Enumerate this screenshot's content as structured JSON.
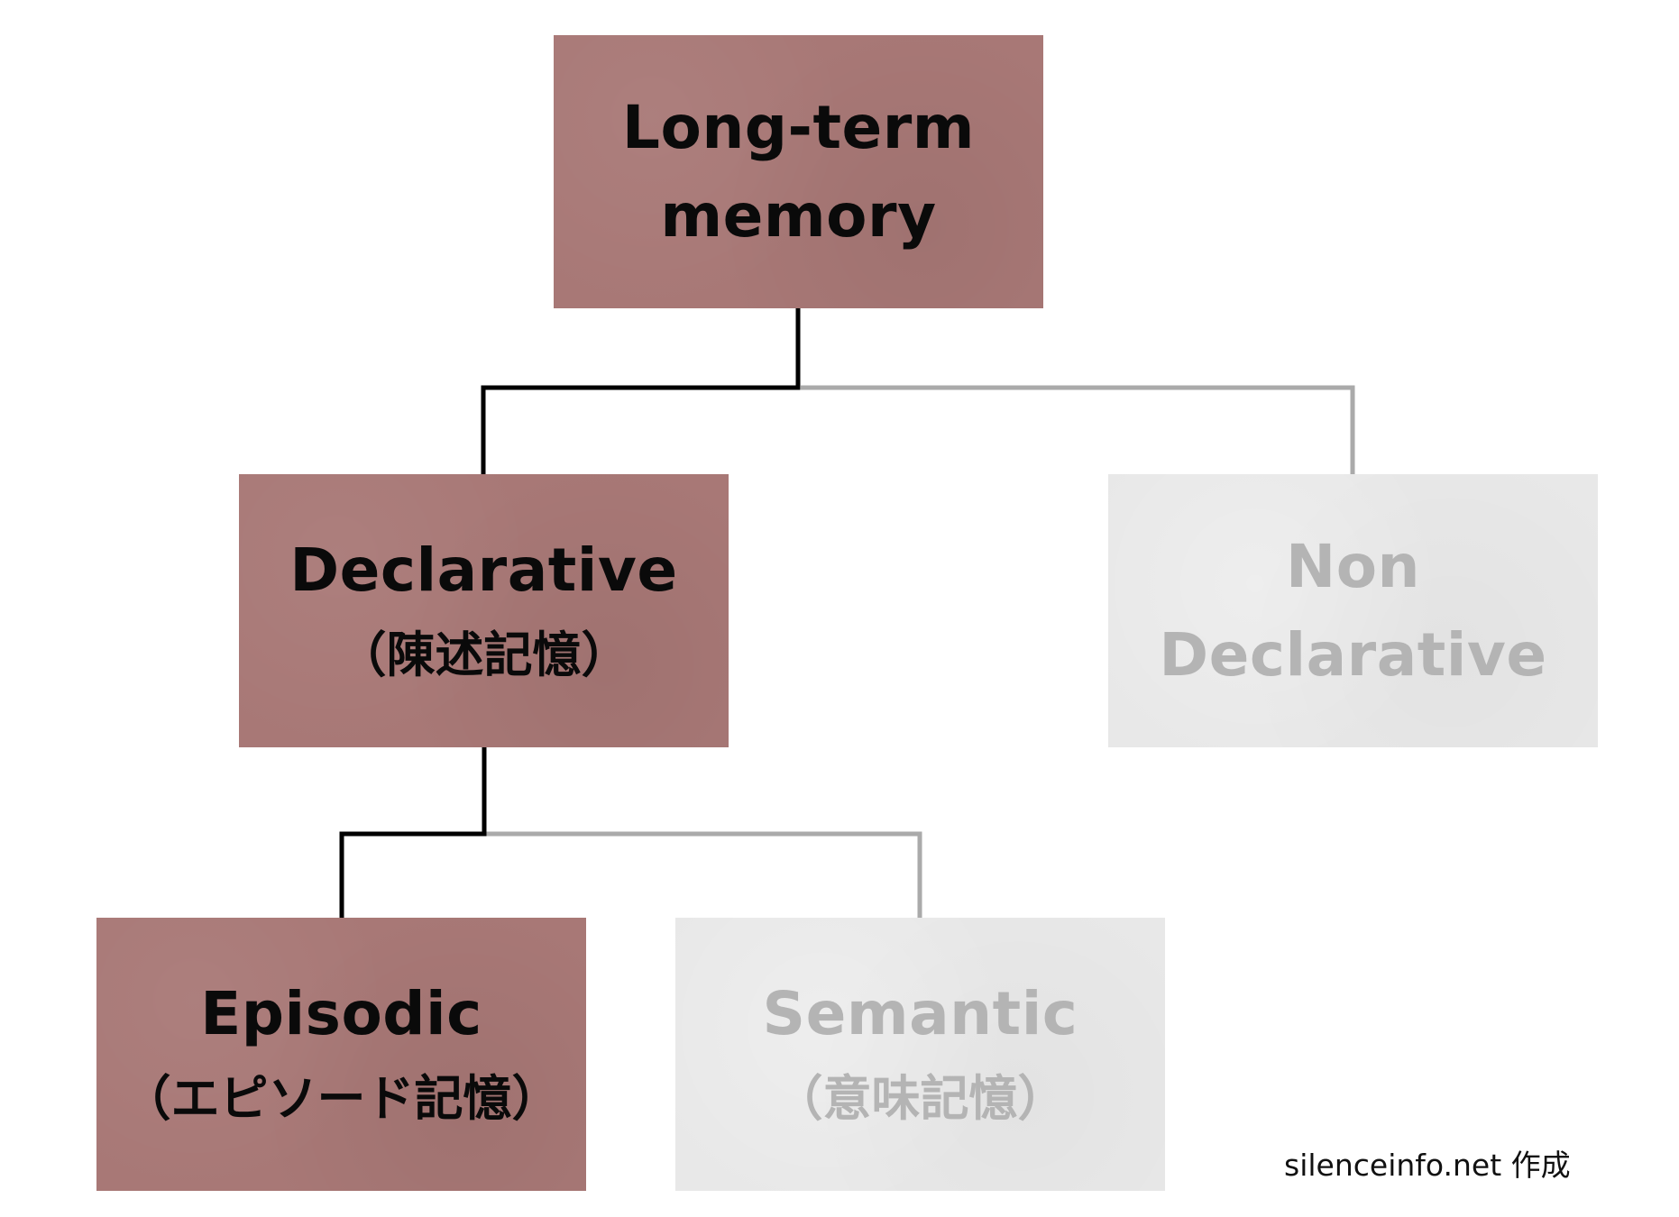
{
  "nodes": {
    "long_term": {
      "line1": "Long-term",
      "line2": "memory"
    },
    "declarative": {
      "line1": "Declarative",
      "line2": "（陳述記憶）"
    },
    "non_declarative": {
      "line1": "Non",
      "line2": "Declarative"
    },
    "episodic": {
      "line1": "Episodic",
      "line2": "（エピソード記憶）"
    },
    "semantic": {
      "line1": "Semantic",
      "line2": "（意味記憶）"
    }
  },
  "credit": "silenceinfo.net 作成",
  "colors": {
    "active_fill": "#a87876",
    "inactive_fill": "#e8e8e8",
    "active_text": "#0a0a0a",
    "inactive_text": "#b4b4b4",
    "active_connector": "#000000",
    "inactive_connector": "#aaaaaa"
  }
}
